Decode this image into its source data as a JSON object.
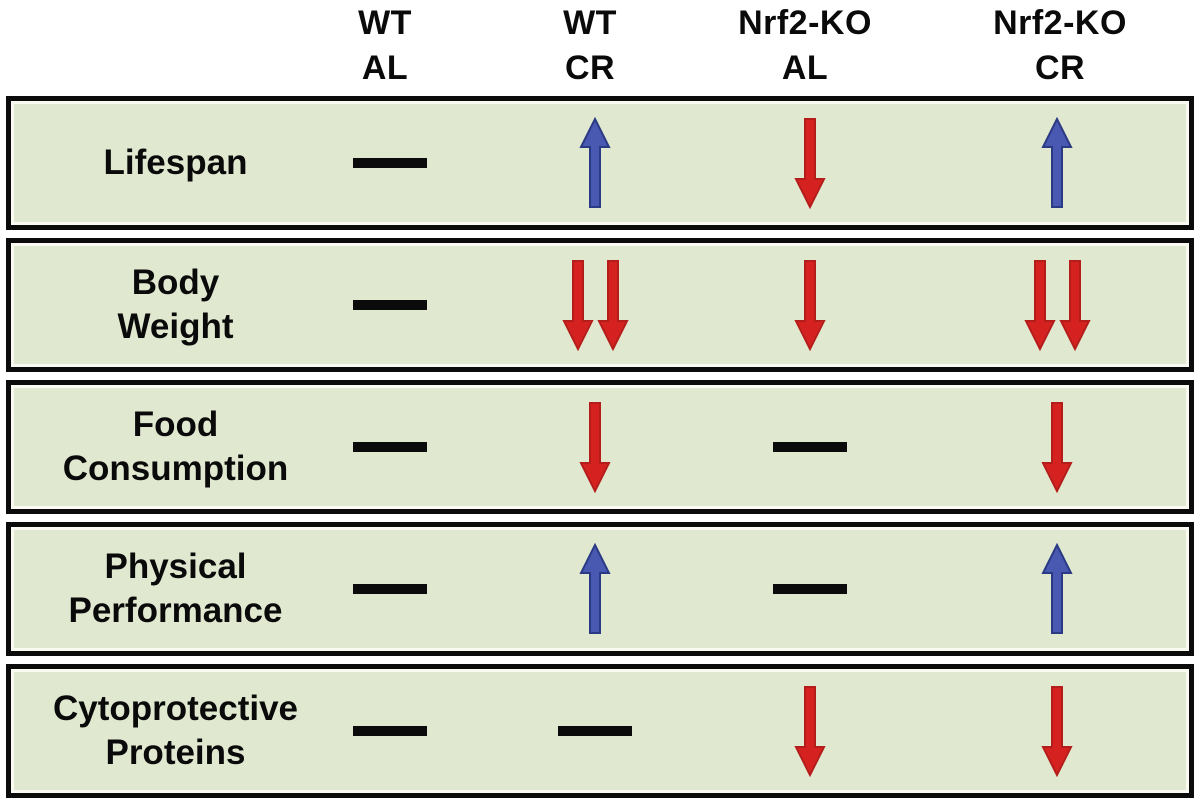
{
  "header": {
    "columns": [
      {
        "id": "wt-al",
        "line1": "WT",
        "line2": "AL"
      },
      {
        "id": "wt-cr",
        "line1": "WT",
        "line2": "CR"
      },
      {
        "id": "nrf2-ko-al",
        "line1": "Nrf2-KO",
        "line2": "AL"
      },
      {
        "id": "nrf2-ko-cr",
        "line1": "Nrf2-KO",
        "line2": "CR"
      }
    ]
  },
  "rows": [
    {
      "label_line1": "Lifespan",
      "label_line2": "",
      "cells": [
        "dash",
        "up-arrow",
        "down-arrow",
        "up-arrow"
      ]
    },
    {
      "label_line1": "Body",
      "label_line2": "Weight",
      "cells": [
        "dash",
        "double-down-arrow",
        "down-arrow",
        "double-down-arrow"
      ]
    },
    {
      "label_line1": "Food",
      "label_line2": "Consumption",
      "cells": [
        "dash",
        "down-arrow",
        "dash",
        "down-arrow"
      ]
    },
    {
      "label_line1": "Physical",
      "label_line2": "Performance",
      "cells": [
        "dash",
        "up-arrow",
        "dash",
        "up-arrow"
      ]
    },
    {
      "label_line1": "Cytoprotective",
      "label_line2": "Proteins",
      "cells": [
        "dash",
        "dash",
        "down-arrow",
        "down-arrow"
      ]
    }
  ],
  "colors": {
    "page_background": "#ffffff",
    "row_background": "#e0e8d0",
    "border_black": "#0b0b0b",
    "text_black": "#0a0a0a",
    "dash_black": "#0b0b0b",
    "arrow_up_blue": "#4959b2",
    "arrow_up_blue_outline": "#2b3a85",
    "arrow_down_red": "#d52221",
    "arrow_down_red_outline": "#b51d1b"
  }
}
